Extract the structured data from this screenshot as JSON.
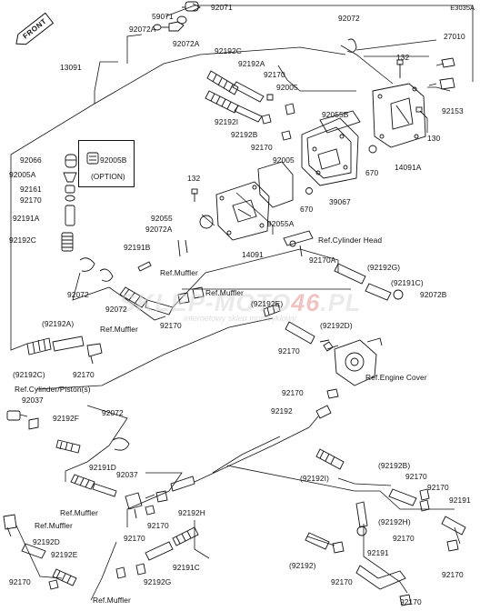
{
  "diagram_code": "E3035A",
  "front_marker": "FRONT",
  "option_label": "(OPTION)",
  "watermark": {
    "main": "SKLEP-MOTO46.PL",
    "sub": "internetowy sklep motocyklowy"
  },
  "labels": {
    "p59071": "59071",
    "p92071": "92071",
    "p92072a_top": "92072A",
    "p92072a_top2": "92072A",
    "p92072_topright": "92072",
    "p27010": "27010",
    "p13091": "13091",
    "p92192c_a": "92192C",
    "p92192a_a": "92192A",
    "p92170_a": "92170",
    "p132_a": "132",
    "p92005_a": "92005",
    "p92055b": "92055B",
    "p92153": "92153",
    "p130": "130",
    "p14091a": "14091A",
    "p92192i_a": "92192I",
    "p92192b_a": "92192B",
    "p92170_b": "92170",
    "p92005_b": "92005",
    "p670_a": "670",
    "p92066": "92066",
    "p92005b": "92005B",
    "p92005a": "92005A",
    "p92161": "92161",
    "p92170_c": "92170",
    "p92191a": "92191A",
    "p92192c_b": "92192C",
    "p132_b": "132",
    "p92055": "92055",
    "p92072a_mid": "92072A",
    "p670_b": "670",
    "p39067": "39067",
    "p92055a": "92055A",
    "p14091": "14091",
    "p92191b": "92191B",
    "ref_muffler_1": "Ref.Muffler",
    "ref_cyl_head": "Ref.Cylinder Head",
    "p92170a": "92170A",
    "p92192g_a": "(92192G)",
    "p92072_mid": "92072",
    "p92072_mid2": "92072",
    "ref_muffler_2": "Ref.Muffler",
    "p92192e_a": "(92192E)",
    "p92191c_a": "(92191C)",
    "p92072b": "92072B",
    "p92192a_b": "(92192A)",
    "ref_muffler_3": "Ref.Muffler",
    "p92170_d": "92170",
    "p92192d_a": "(92192D)",
    "p92192c_c": "(92192C)",
    "p92170_e": "92170",
    "p92170_f": "92170",
    "ref_cyl_piston": "Ref.Cylinder/Piston(s)",
    "ref_engine_cover": "Ref.Engine Cover",
    "p92037_a": "92037",
    "p92072_low": "92072",
    "p92170_g": "92170",
    "p92192f": "92192F",
    "p92192": "92192",
    "p92191d": "92191D",
    "p92037_b": "92037",
    "p92192i_b": "(92192I)",
    "p92192b_b": "(92192B)",
    "p92170_h": "92170",
    "ref_muffler_4": "Ref.Muffler",
    "ref_muffler_5": "Ref.Muffler",
    "p92170_i": "92170",
    "p92192h_a": "92192H",
    "p92170_j": "92170",
    "p92191_a": "92191",
    "p92192h_b": "(92192H)",
    "p92192d_b": "92192D",
    "p92192e_b": "92192E",
    "p92170_k": "92170",
    "p92192g_b": "92192G",
    "p92191c_b": "92191C",
    "p92192_low": "(92192)",
    "p92170_l": "92170",
    "p92191_b": "92191",
    "p92170_m": "92170",
    "p92170_n": "92170",
    "p92170_o": "92170",
    "ref_muffler_6": "Ref.Muffler",
    "p92170_p": "92170"
  }
}
